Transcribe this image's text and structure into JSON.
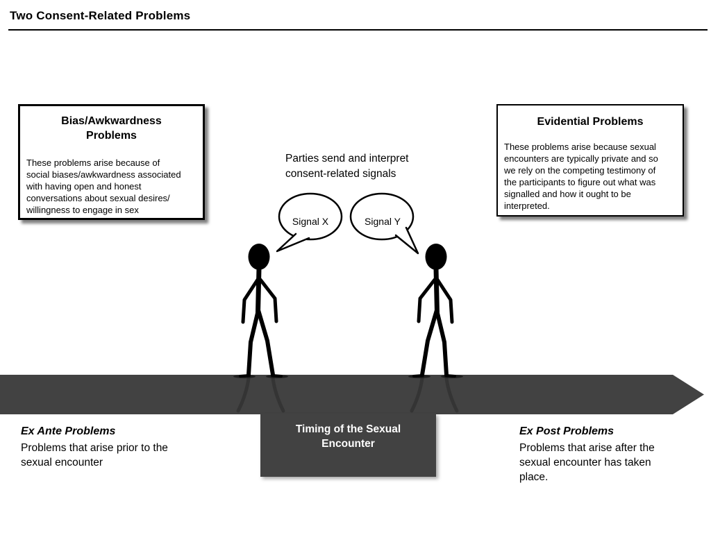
{
  "header": {
    "title": "Two Consent-Related Problems"
  },
  "bias_box": {
    "title": "Bias/Awkwardness\nProblems",
    "body": "These problems arise because of\nsocial biases/awkwardness associated\nwith having open and honest\nconversations about sexual desires/\nwillingness to engage in sex"
  },
  "evidential_box": {
    "title": "Evidential Problems",
    "body": "These problems arise because sexual\nencounters are typically private and so\nwe rely on the competing testimony of\nthe participants to figure out what was\nsignalled and how it ought to be\ninterpreted."
  },
  "scene": {
    "caption": "Parties send and interpret\nconsent-related signals",
    "bubble_left_label": "Signal X",
    "bubble_right_label": "Signal Y"
  },
  "timeline": {
    "arrow_color": "#424242",
    "timing_box_bg": "#424242",
    "timing_label": "Timing of the Sexual\nEncounter",
    "ex_ante": {
      "title": "Ex Ante Problems",
      "body": "Problems that arise prior to the\nsexual encounter"
    },
    "ex_post": {
      "title": "Ex Post Problems",
      "body": "Problems that arise after the\nsexual encounter has taken\nplace."
    }
  }
}
